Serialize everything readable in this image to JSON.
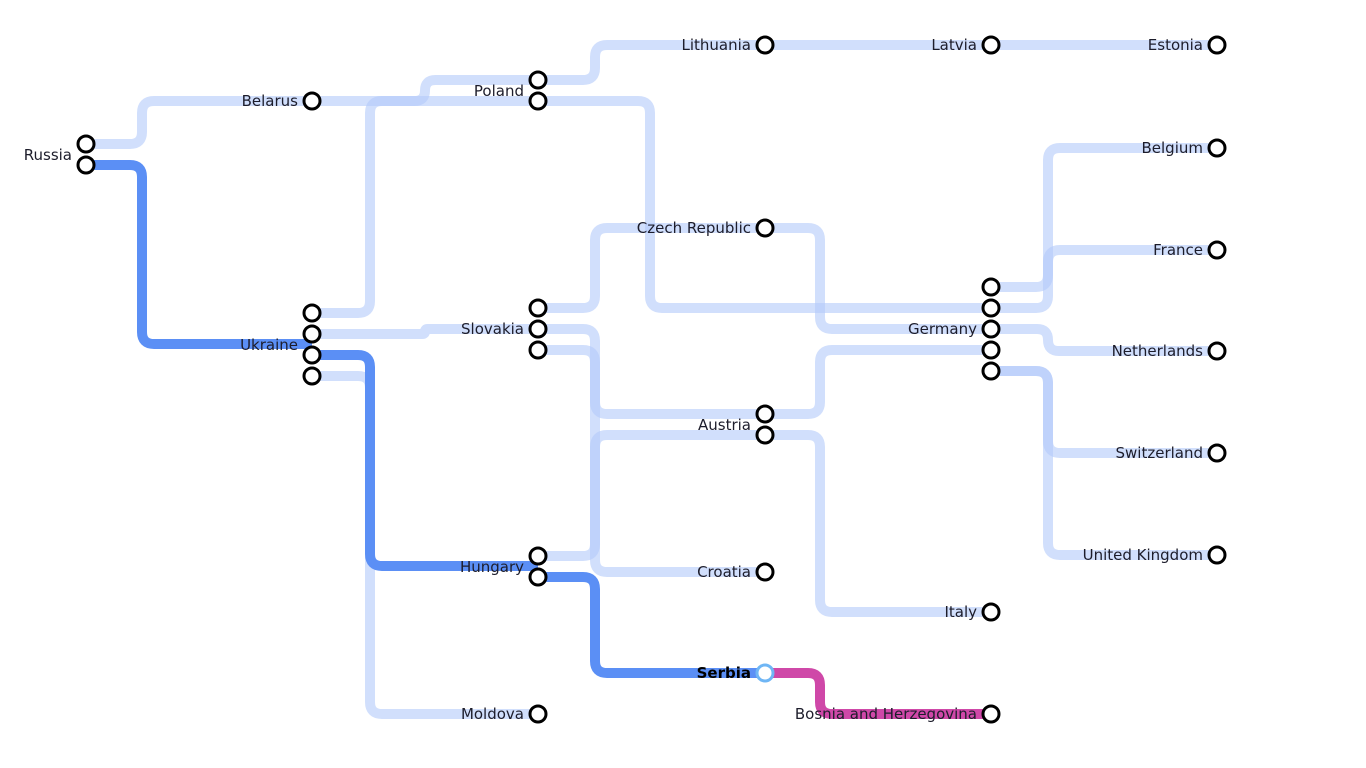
{
  "colors": {
    "faded": "#b3c9fa",
    "active": "#5b8ff5",
    "selected": "#cf48a8",
    "station_stroke": "#000000",
    "selected_station_stroke": "#6fb6f5"
  },
  "countries": [
    {
      "id": "russia",
      "label": "Russia"
    },
    {
      "id": "belarus",
      "label": "Belarus"
    },
    {
      "id": "ukraine",
      "label": "Ukraine"
    },
    {
      "id": "poland",
      "label": "Poland"
    },
    {
      "id": "lithuania",
      "label": "Lithuania"
    },
    {
      "id": "latvia",
      "label": "Latvia"
    },
    {
      "id": "estonia",
      "label": "Estonia"
    },
    {
      "id": "czech",
      "label": "Czech Republic"
    },
    {
      "id": "slovakia",
      "label": "Slovakia"
    },
    {
      "id": "germany",
      "label": "Germany"
    },
    {
      "id": "belgium",
      "label": "Belgium"
    },
    {
      "id": "france",
      "label": "France"
    },
    {
      "id": "netherlands",
      "label": "Netherlands"
    },
    {
      "id": "switzerland",
      "label": "Switzerland"
    },
    {
      "id": "uk",
      "label": "United Kingdom"
    },
    {
      "id": "austria",
      "label": "Austria"
    },
    {
      "id": "hungary",
      "label": "Hungary"
    },
    {
      "id": "croatia",
      "label": "Croatia"
    },
    {
      "id": "italy",
      "label": "Italy"
    },
    {
      "id": "serbia",
      "label": "Serbia",
      "selected": true
    },
    {
      "id": "bosnia",
      "label": "Bosnia and Herzegovina"
    },
    {
      "id": "moldova",
      "label": "Moldova"
    }
  ],
  "links": [
    {
      "from": "russia",
      "to": "belarus",
      "state": "faded"
    },
    {
      "from": "belarus",
      "to": "poland",
      "state": "faded"
    },
    {
      "from": "poland",
      "to": "germany",
      "state": "faded"
    },
    {
      "from": "russia",
      "to": "ukraine",
      "state": "active"
    },
    {
      "from": "ukraine",
      "to": "hungary",
      "state": "active"
    },
    {
      "from": "hungary",
      "to": "serbia",
      "state": "active"
    },
    {
      "from": "serbia",
      "to": "bosnia",
      "state": "selected"
    },
    {
      "from": "ukraine",
      "to": "poland",
      "state": "faded"
    },
    {
      "from": "poland",
      "to": "lithuania",
      "state": "faded"
    },
    {
      "from": "lithuania",
      "to": "latvia",
      "state": "faded"
    },
    {
      "from": "latvia",
      "to": "estonia",
      "state": "faded"
    },
    {
      "from": "ukraine",
      "to": "slovakia",
      "state": "faded"
    },
    {
      "from": "slovakia",
      "to": "czech",
      "state": "faded"
    },
    {
      "from": "czech",
      "to": "germany",
      "state": "faded"
    },
    {
      "from": "slovakia",
      "to": "croatia",
      "state": "faded"
    },
    {
      "from": "slovakia",
      "to": "austria",
      "state": "faded"
    },
    {
      "from": "austria",
      "to": "germany",
      "state": "faded"
    },
    {
      "from": "ukraine",
      "to": "moldova",
      "state": "faded"
    },
    {
      "from": "hungary",
      "to": "austria",
      "state": "faded"
    },
    {
      "from": "austria",
      "to": "italy",
      "state": "faded"
    },
    {
      "from": "germany",
      "to": "belgium",
      "state": "faded"
    },
    {
      "from": "germany",
      "to": "france",
      "state": "faded"
    },
    {
      "from": "germany",
      "to": "netherlands",
      "state": "faded"
    },
    {
      "from": "germany",
      "to": "switzerland",
      "state": "faded"
    },
    {
      "from": "germany",
      "to": "uk",
      "state": "faded"
    }
  ]
}
